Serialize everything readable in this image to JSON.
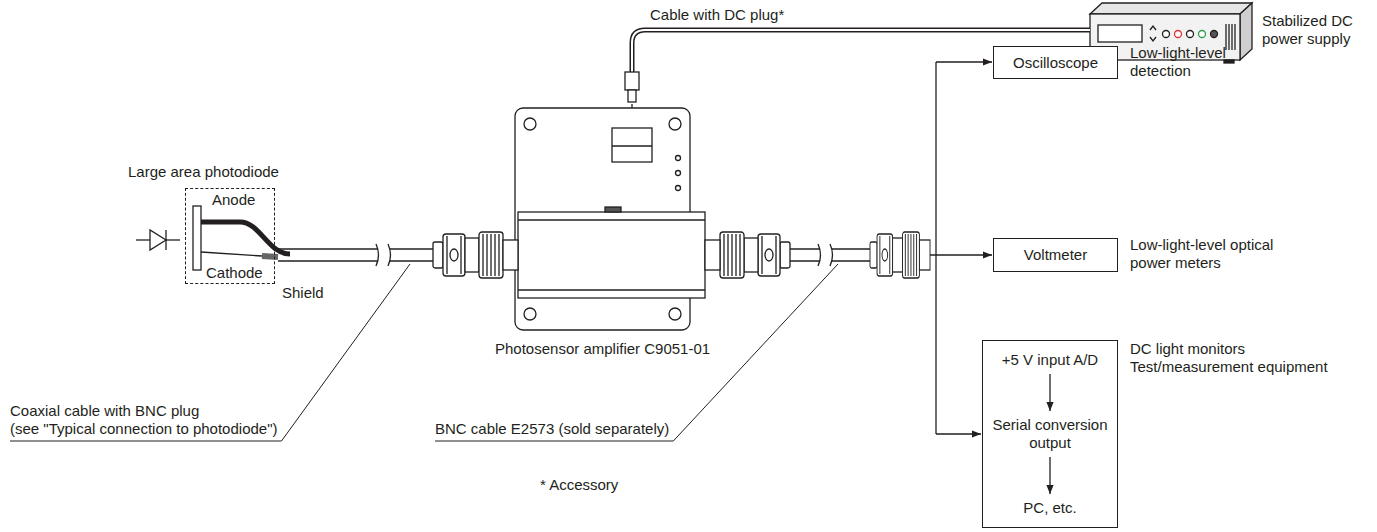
{
  "diagram": {
    "nodes": [
      {
        "text": [
          "Large area photodiode",
          "Anode",
          "Cathode"
        ]
      },
      {
        "text": [
          "Oscilloscope"
        ]
      },
      {
        "text": [
          "Voltmeter"
        ]
      },
      {
        "text": [
          "+5 V input A/D",
          "Serial conversion output",
          "PC, etc."
        ]
      }
    ],
    "labels": [
      "Cable with DC plug*",
      "Stabilized DC power supply",
      "Low-light-level detection",
      "Low-light-level optical power meters",
      "DC light monitors Test/measurement equipment",
      "Shield",
      "Photosensor amplifier C9051-01",
      "Coaxial cable with BNC plug",
      "(see \"Typical connection to photodiode\")",
      "BNC cable E2573 (sold separately)",
      "* Accessory"
    ]
  }
}
